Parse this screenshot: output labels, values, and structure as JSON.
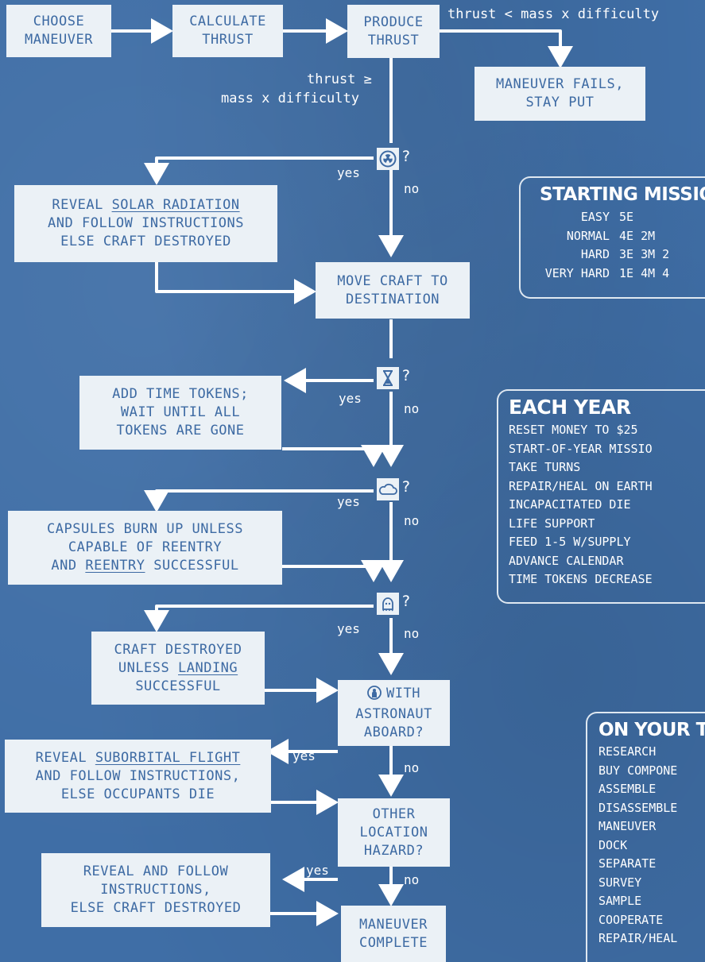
{
  "flow": {
    "choose": [
      "CHOOSE",
      "MANEUVER"
    ],
    "calc": [
      "CALCULATE",
      "THRUST"
    ],
    "produce": [
      "PRODUCE",
      "THRUST"
    ],
    "fail_condition": "thrust < mass x difficulty",
    "fails": [
      "MANEUVER FAILS,",
      "STAY PUT"
    ],
    "ok_condition": [
      "thrust ≥",
      "mass x difficulty"
    ],
    "yes": "yes",
    "no": "no",
    "q_mark": "?",
    "solar": {
      "pre": "REVEAL ",
      "link": "SOLAR RADIATION",
      "line2": "AND FOLLOW INSTRUCTIONS",
      "line3": "ELSE CRAFT DESTROYED"
    },
    "move": [
      "MOVE CRAFT TO",
      "DESTINATION"
    ],
    "time": [
      "ADD TIME TOKENS;",
      "WAIT UNTIL ALL",
      "TOKENS ARE GONE"
    ],
    "capsules": {
      "line1": "CAPSULES BURN UP UNLESS",
      "line2": "CAPABLE OF REENTRY",
      "pre3": "AND ",
      "link3": "REENTRY",
      "post3": " SUCCESSFUL"
    },
    "craft": {
      "line1": "CRAFT DESTROYED",
      "pre2": "UNLESS ",
      "link2": "LANDING",
      "line3": "SUCCESSFUL"
    },
    "astro": [
      "WITH",
      "ASTRONAUT",
      "ABOARD?"
    ],
    "suborb": {
      "pre": "REVEAL ",
      "link": "SUBORBITAL FLIGHT",
      "line2": "AND FOLLOW INSTRUCTIONS,",
      "line3": "ELSE OCCUPANTS DIE"
    },
    "other": [
      "OTHER",
      "LOCATION",
      "HAZARD?"
    ],
    "reveal": [
      "REVEAL AND FOLLOW",
      "INSTRUCTIONS,",
      "ELSE CRAFT DESTROYED"
    ],
    "complete": [
      "MANEUVER",
      "COMPLETE"
    ]
  },
  "starting": {
    "title": "STARTING MISSIONS",
    "rows": [
      {
        "level": "EASY",
        "value": "5E"
      },
      {
        "level": "NORMAL",
        "value": "4E 2M"
      },
      {
        "level": "HARD",
        "value": "3E 3M 2"
      },
      {
        "level": "VERY HARD",
        "value": "1E 4M 4"
      }
    ]
  },
  "year": {
    "title": "EACH YEAR",
    "items": [
      "RESET MONEY TO $25",
      "START-OF-YEAR MISSIO",
      "TAKE TURNS",
      "REPAIR/HEAL ON EARTH",
      "INCAPACITATED DIE",
      "LIFE SUPPORT",
      "FEED 1-5 W/SUPPLY",
      "ADVANCE CALENDAR",
      "TIME TOKENS DECREASE"
    ]
  },
  "turn": {
    "title": "ON YOUR TUR",
    "items": [
      "RESEARCH",
      "BUY COMPONE",
      "ASSEMBLE",
      "DISASSEMBLE",
      "MANEUVER",
      "DOCK",
      "SEPARATE",
      "SURVEY",
      "SAMPLE",
      "COOPERATE",
      "REPAIR/HEAL"
    ]
  },
  "colors": {
    "background": "#3f6ea6",
    "box": "#ebf1f6",
    "text": "#3d6aa3",
    "lines": "#ffffff"
  },
  "icons": [
    "radiation-icon",
    "hourglass-icon",
    "cloud-icon",
    "alien-icon",
    "astronaut-icon"
  ]
}
